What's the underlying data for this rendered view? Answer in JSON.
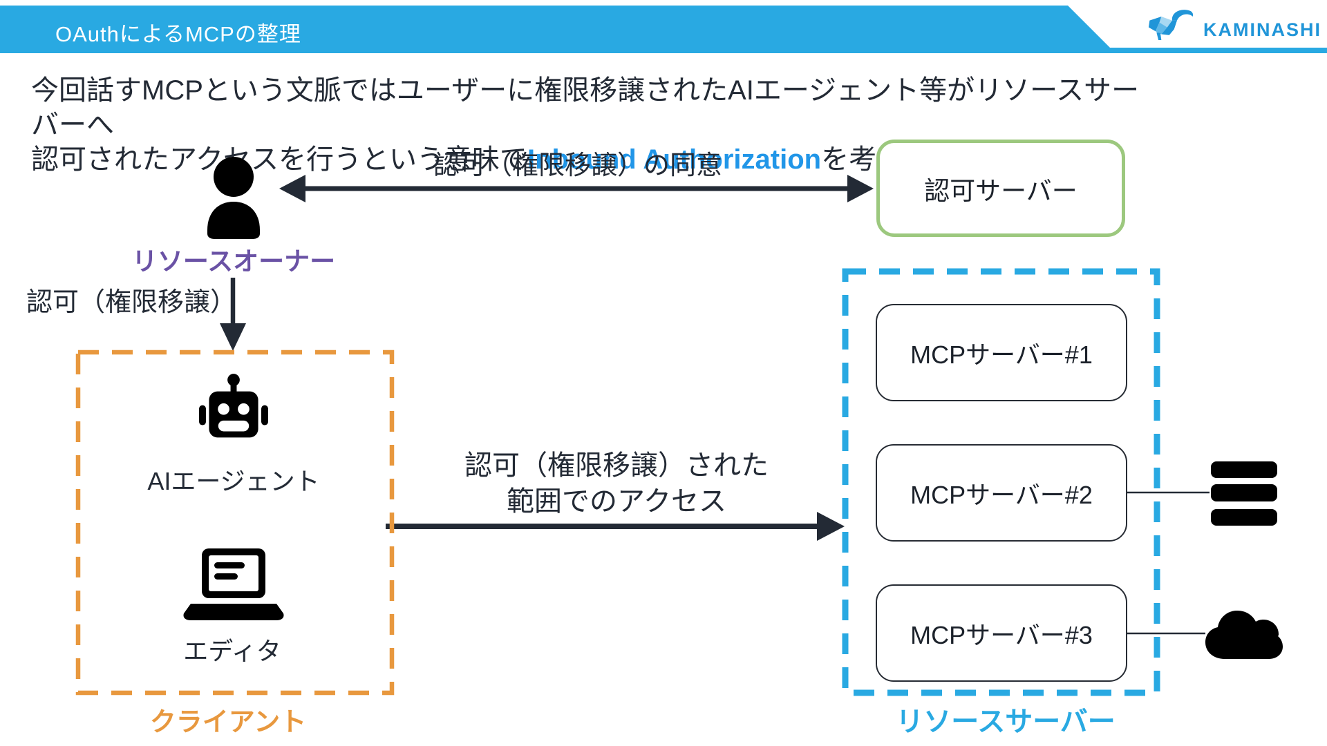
{
  "header": {
    "title": "OAuthによるMCPの整理",
    "brand": "KAMINASHI"
  },
  "intro": {
    "line1": "今回話すMCPという文脈ではユーザーに権限移譲されたAIエージェント等がリソースサーバーへ",
    "line2_pre": "認可されたアクセスを行うという意味で",
    "line2_em": "Inbound Authorization",
    "line2_post": "を考える"
  },
  "actors": {
    "resource_owner": "リソースオーナー",
    "auth_server": "認可サーバー",
    "client_group": "クライアント",
    "ai_agent": "AIエージェント",
    "editor": "エディタ",
    "resource_server_group": "リソースサーバー",
    "mcp_servers": [
      "MCPサーバー#1",
      "MCPサーバー#2",
      "MCPサーバー#3"
    ]
  },
  "edges": {
    "consent": "認可（権限移譲）の同意",
    "delegation": "認可（権限移譲）",
    "scoped_access_line1": "認可（権限移譲）された",
    "scoped_access_line2": "範囲でのアクセス"
  },
  "colors": {
    "brand_blue": "#29a9e2",
    "emphasis_blue": "#2196e8",
    "orange": "#e8983e",
    "green": "#9cc87e",
    "purple": "#6a52a5",
    "ink": "#232a35"
  }
}
